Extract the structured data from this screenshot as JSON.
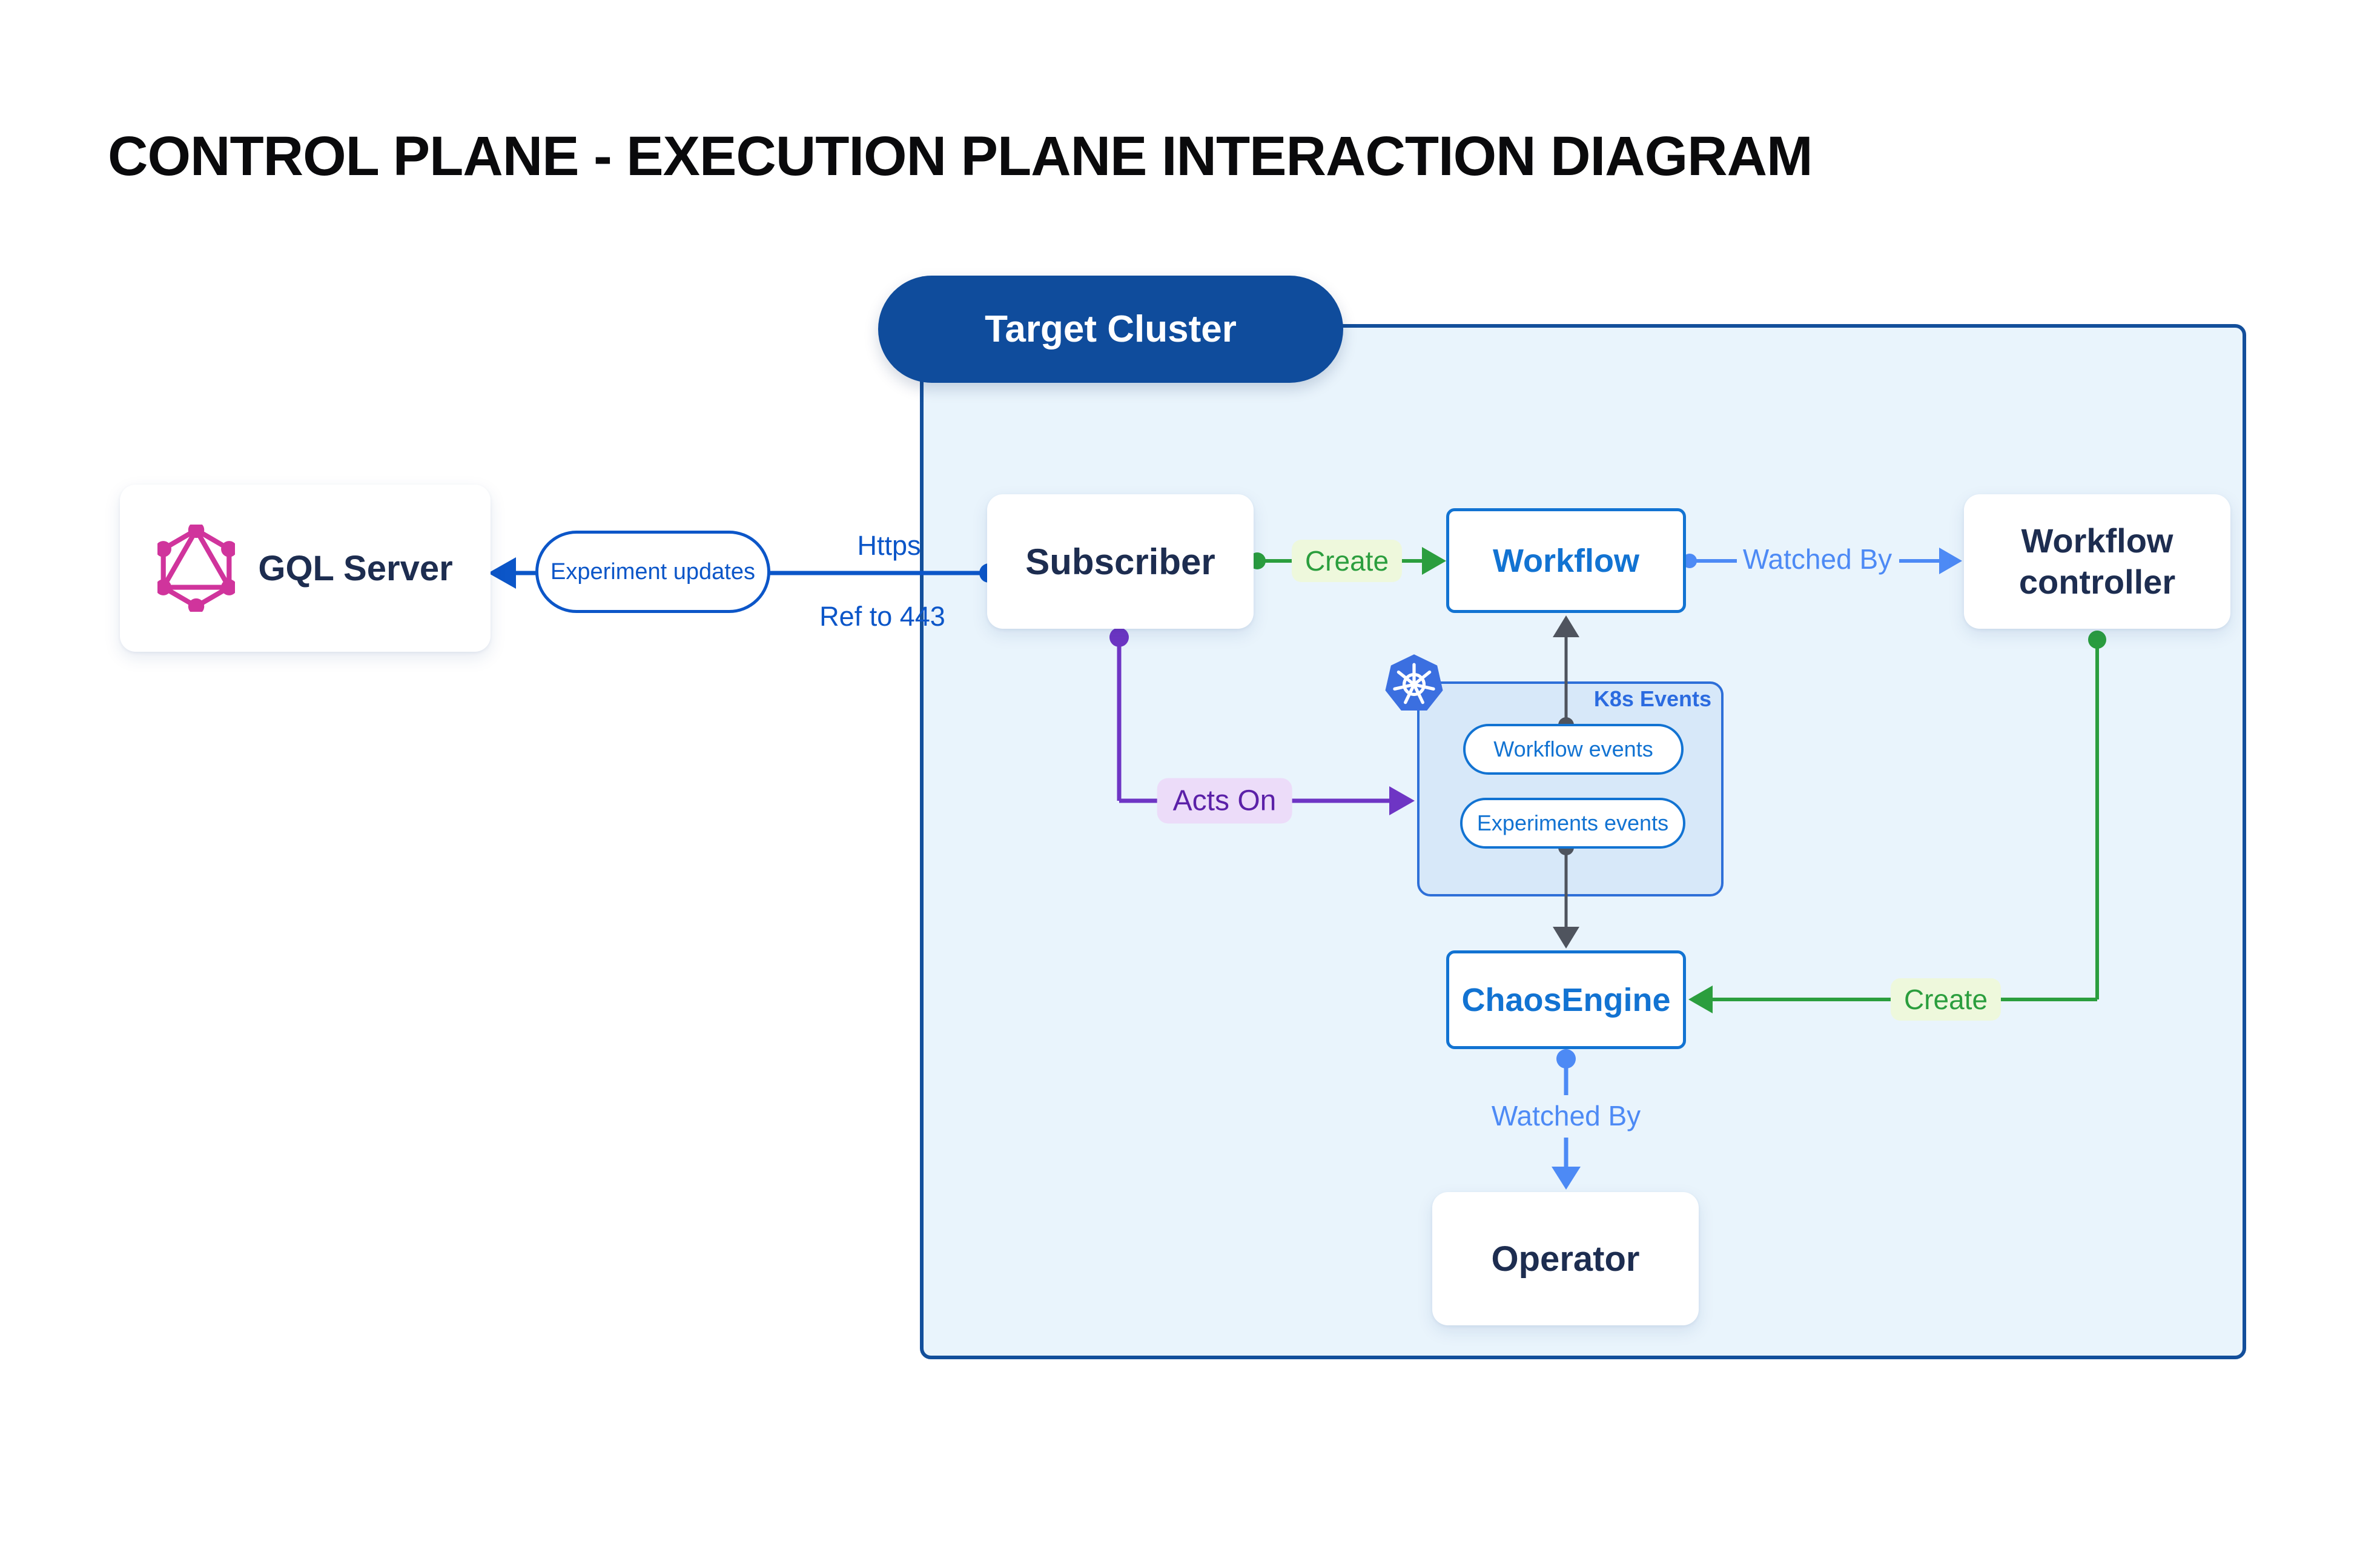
{
  "title": "CONTROL PLANE - EXECUTION PLANE INTERACTION DIAGRAM",
  "cluster": {
    "label": "Target Cluster"
  },
  "nodes": {
    "gql_server": {
      "label": "GQL Server"
    },
    "subscriber": {
      "label": "Subscriber"
    },
    "workflow": {
      "label": "Workflow"
    },
    "workflow_controller": {
      "label": "Workflow controller"
    },
    "chaos_engine": {
      "label": "ChaosEngine"
    },
    "operator": {
      "label": "Operator"
    }
  },
  "k8s_events": {
    "title": "K8s Events",
    "events": [
      {
        "label": "Workflow events"
      },
      {
        "label": "Experiments events"
      }
    ]
  },
  "edges": {
    "experiment_updates": {
      "label": "Experiment updates"
    },
    "https": {
      "label": "Https"
    },
    "ref": {
      "label": "Ref to 443"
    },
    "create_workflow": {
      "label": "Create"
    },
    "watched_by_controller": {
      "label": "Watched By"
    },
    "acts_on": {
      "label": "Acts On"
    },
    "create_chaos": {
      "label": "Create"
    },
    "watched_by_operator": {
      "label": "Watched By"
    }
  },
  "colors": {
    "primary_blue": "#0c56c8",
    "cluster_border": "#134f9b",
    "cluster_fill": "#e9f4fc",
    "pill_fill": "#0f4c9c",
    "box_blue": "#1273d2",
    "light_blue": "#4d8af5",
    "green": "#2b9e3e",
    "green_label_bg": "#eef8dc",
    "purple": "#6e35c4",
    "purple_text": "#5b21a8",
    "purple_label_bg": "#ecdcf9",
    "dark_gray": "#4f545e",
    "navy_text": "#1d2d50",
    "k8s_box_fill": "#d7e8f9",
    "k8s_box_border": "#2e6fd8",
    "graphql_pink": "#d0349c",
    "kubernetes_blue": "#3b6fe0"
  }
}
